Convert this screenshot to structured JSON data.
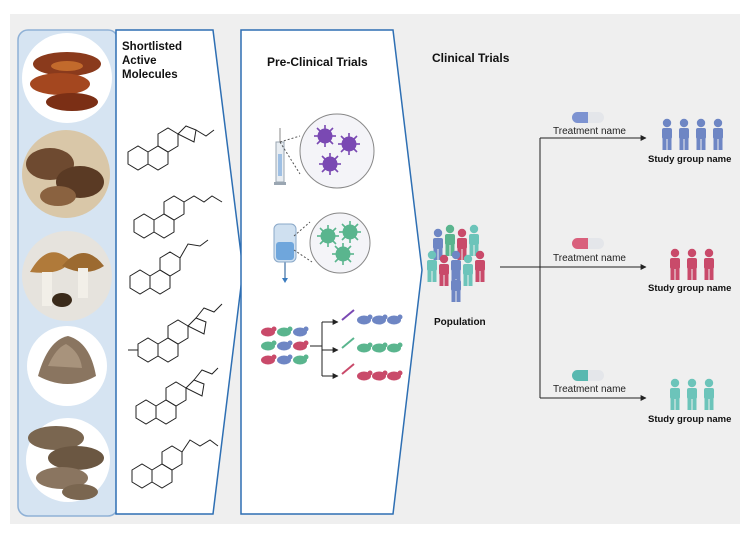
{
  "panels": {
    "molecules_title": [
      "Shortlisted",
      "Active",
      "Molecules"
    ],
    "preclinical_title": "Pre-Clinical Trials",
    "clinical_title": "Clinical Trials"
  },
  "clinical": {
    "population_label": "Population",
    "arms": [
      {
        "treatment": "Treatment name",
        "group": "Study group name",
        "color": "#6e86c4",
        "capsule": "#7d93d1"
      },
      {
        "treatment": "Treatment name",
        "group": "Study group name",
        "color": "#c94a6a",
        "capsule": "#d9607c"
      },
      {
        "treatment": "Treatment name",
        "group": "Study group name",
        "color": "#6cc4ba",
        "capsule": "#58b8b0"
      }
    ]
  },
  "colors": {
    "panel_border": "#2e6fb3",
    "mushroom_panel_border": "#8fb1d6",
    "mushroom_panel_fill": "#d6e4f2"
  },
  "icons": [
    "mushroom-reishi",
    "mushroom-shiitake",
    "mushroom-cap",
    "mushroom-maitake",
    "mushroom-oyster",
    "syringe-icon",
    "iv-bag-icon",
    "virus-icon",
    "mouse-icon",
    "people-icon"
  ]
}
